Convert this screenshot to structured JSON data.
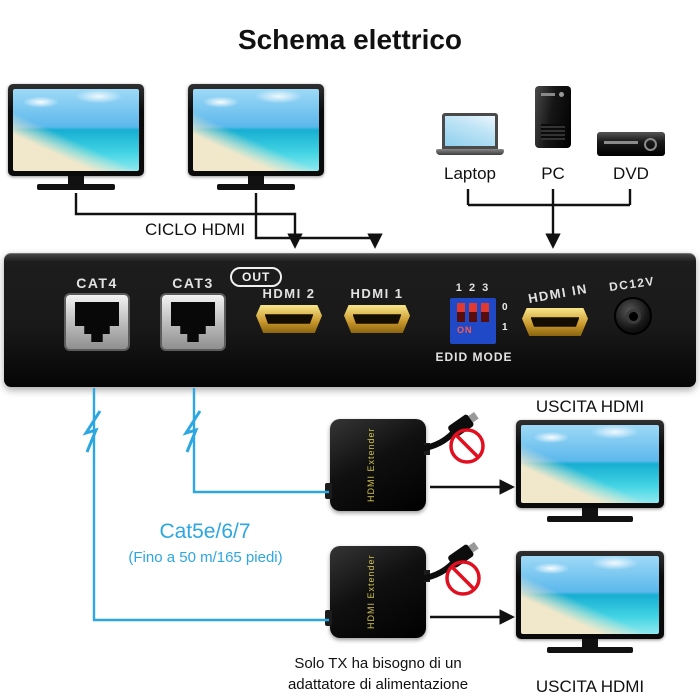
{
  "title": "Schema elettrico",
  "top": {
    "loop_label": "CICLO HDMI",
    "sources": [
      {
        "label": "Laptop"
      },
      {
        "label": "PC"
      },
      {
        "label": "DVD"
      }
    ]
  },
  "panel": {
    "cat4": "CAT4",
    "cat3": "CAT3",
    "out": "OUT",
    "hdmi2": "HDMI 2",
    "hdmi1": "HDMI 1",
    "hdmi_in": "HDMI IN",
    "dc": "DC12V",
    "dip": {
      "numbers": "1 2 3",
      "zero": "0",
      "one": "1",
      "on": "ON",
      "label": "EDID MODE"
    }
  },
  "cable": {
    "type": "Cat5e/6/7",
    "length": "(Fino a 50 m/165 piedi)"
  },
  "rx": {
    "side_text": "HDMI Extender"
  },
  "outputs": {
    "label": "USCITA HDMI"
  },
  "note": {
    "line1": "Solo TX ha bisogno di un",
    "line2": "adattatore di alimentazione"
  },
  "colors": {
    "cable_blue": "#2da7e0",
    "prohibit_red": "#e01020",
    "arrow_black": "#111111"
  }
}
